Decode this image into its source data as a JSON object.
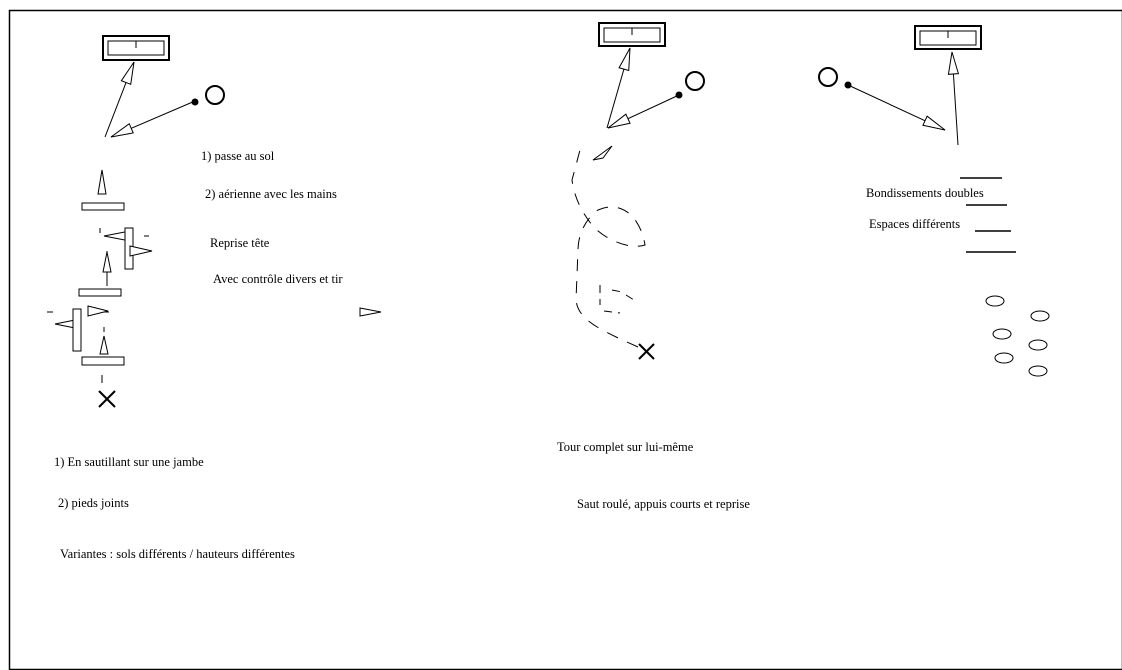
{
  "labels": {
    "passe_au_sol": "1) passe au sol",
    "aerienne": "2) aérienne avec les mains",
    "reprise_tete": "Reprise tête",
    "controle": "Avec contrôle divers et tir",
    "sautillant": "1) En sautillant sur une jambe",
    "pieds_joints": "2) pieds joints",
    "variantes": "Variantes : sols différents / hauteurs différentes",
    "tour_complet": "Tour complet sur lui-même",
    "saut_roule": "Saut roulé, appuis courts et reprise",
    "bondissements": "Bondissements doubles",
    "espaces": "Espaces différents"
  }
}
